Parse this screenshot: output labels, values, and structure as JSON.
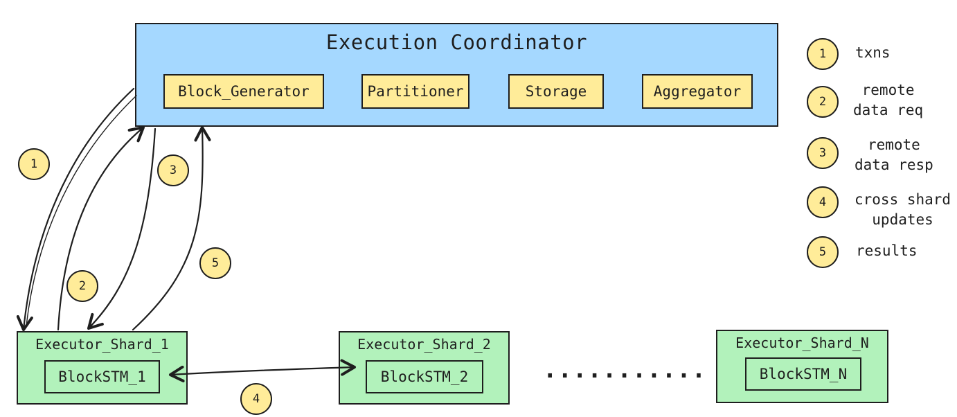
{
  "coordinator": {
    "title": "Execution Coordinator",
    "modules": [
      "Block_Generator",
      "Partitioner",
      "Storage",
      "Aggregator"
    ]
  },
  "shards": [
    {
      "title": "Executor_Shard_1",
      "inner": "BlockSTM_1"
    },
    {
      "title": "Executor_Shard_2",
      "inner": "BlockSTM_2"
    },
    {
      "title": "Executor_Shard_N",
      "inner": "BlockSTM_N"
    }
  ],
  "ellipsis": "...........",
  "arrow_badges": [
    "1",
    "2",
    "3",
    "4",
    "5"
  ],
  "legend": [
    {
      "num": "1",
      "label": "txns"
    },
    {
      "num": "2",
      "label": "remote\ndata req"
    },
    {
      "num": "3",
      "label": "remote\ndata resp"
    },
    {
      "num": "4",
      "label": "cross shard\nupdates"
    },
    {
      "num": "5",
      "label": "results"
    }
  ],
  "colors": {
    "coordinator_fill": "#a5d8ff",
    "module_fill": "#ffec99",
    "shard_fill": "#b2f2bb",
    "badge_fill": "#ffec99",
    "stroke": "#1e1e1e"
  }
}
